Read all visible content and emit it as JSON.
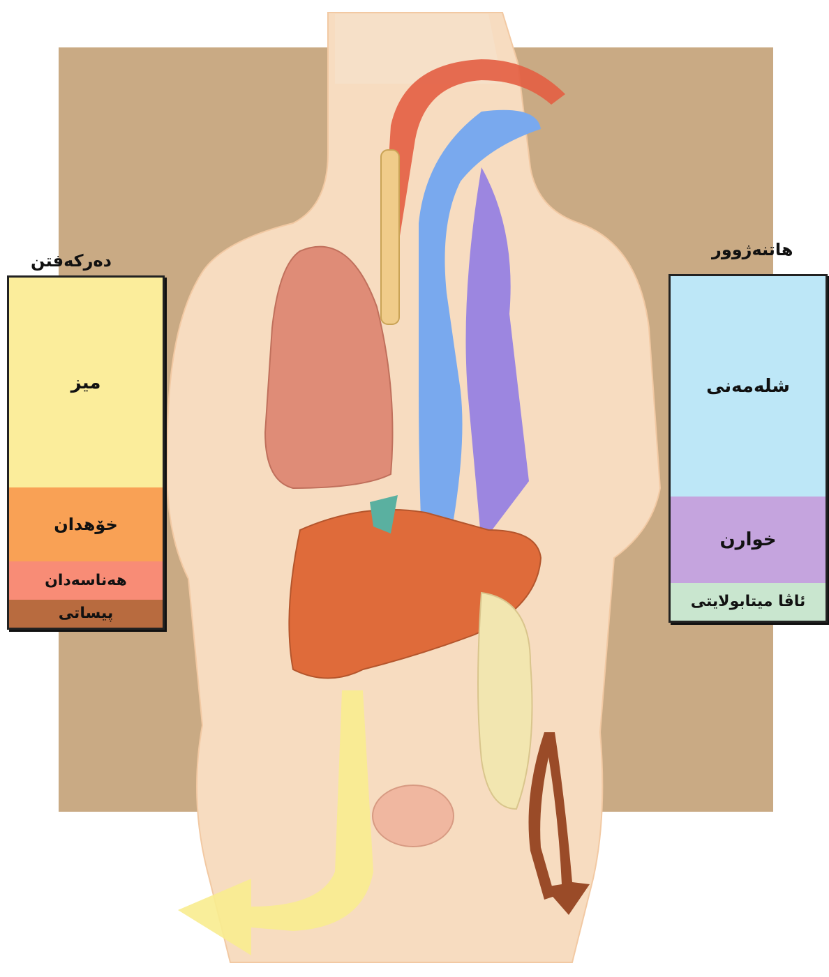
{
  "output": {
    "title": "دەرکەفتن",
    "items": [
      {
        "label": "میز",
        "share": 0.6,
        "color": "#fbed9b"
      },
      {
        "label": "خۆهدان",
        "share": 0.21,
        "color": "#f9a155"
      },
      {
        "label": "هەناسەدان",
        "share": 0.11,
        "color": "#f88c76"
      },
      {
        "label": "پیساتی",
        "share": 0.08,
        "color": "#b86b3f"
      }
    ]
  },
  "input": {
    "title": "هاتنەژوور",
    "items": [
      {
        "label": "شلەمەنی",
        "share": 0.64,
        "color": "#bde7f7"
      },
      {
        "label": "خوارن",
        "share": 0.25,
        "color": "#c5a4de"
      },
      {
        "label": "ئاڤا میتابولایتی",
        "share": 0.11,
        "color": "#c9e6cf"
      }
    ]
  }
}
